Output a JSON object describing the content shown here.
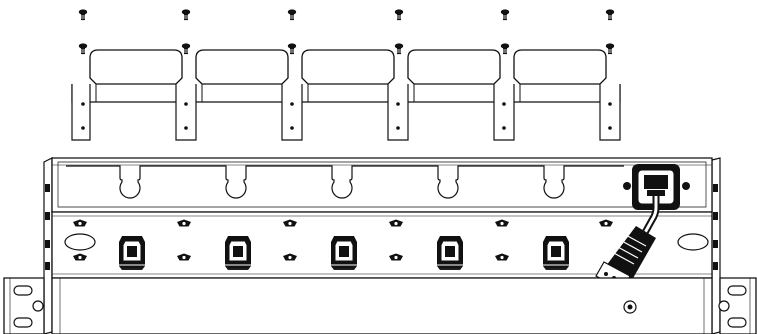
{
  "diagram": {
    "type": "line-art assembly illustration",
    "colors": {
      "ink": "#111111",
      "paper": "#ffffff",
      "shade": "#111111"
    },
    "screw_count": 12,
    "bracket_segment_count": 5,
    "receptacle_count": 5,
    "power_inlet_count": 1,
    "components": [
      "mounting-screw",
      "cable-retention-bracket",
      "rack-enclosure-top-panel",
      "mounting-nut",
      "power-receptacle",
      "power-inlet",
      "power-plug-cord",
      "rack-ear",
      "ground-screw"
    ]
  }
}
